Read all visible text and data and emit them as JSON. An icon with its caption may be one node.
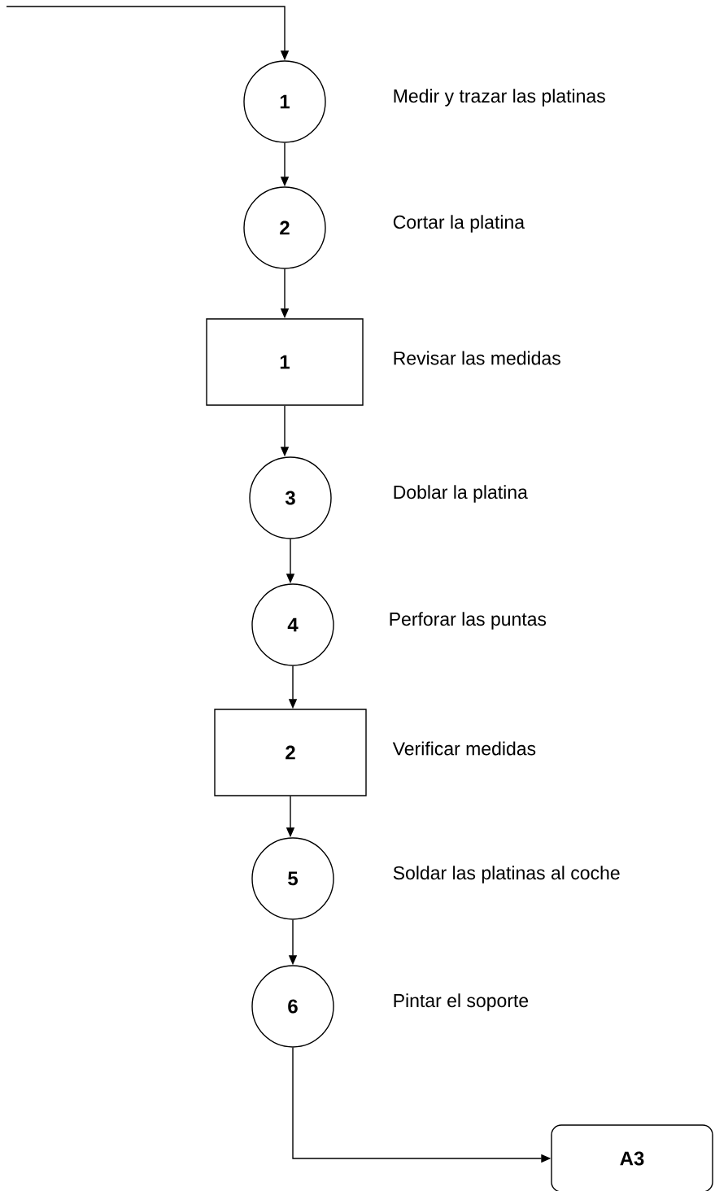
{
  "diagram": {
    "nodes": [
      {
        "text": [
          "1"
        ],
        "beside": [
          "Medir y trazar las platinas"
        ]
      },
      {
        "text": [
          "2"
        ],
        "beside": [
          "Cortar la platina"
        ]
      },
      {
        "text": [
          "1"
        ],
        "beside": [
          "Revisar las medidas"
        ]
      },
      {
        "text": [
          "3"
        ],
        "beside": [
          "Doblar la platina"
        ]
      },
      {
        "text": [
          "4"
        ],
        "beside": [
          "Perforar las puntas"
        ]
      },
      {
        "text": [
          "2"
        ],
        "beside": [
          "Verificar medidas"
        ]
      },
      {
        "text": [
          "5"
        ],
        "beside": [
          "Soldar las platinas al coche"
        ]
      },
      {
        "text": [
          "6"
        ],
        "beside": [
          "Pintar el soporte"
        ]
      },
      {
        "text": [
          "A3"
        ]
      }
    ],
    "edges": [
      {
        "from": null,
        "to": 0,
        "arrow": "to"
      },
      {
        "from": 0,
        "to": 1,
        "arrow": "to"
      },
      {
        "from": 1,
        "to": 2,
        "arrow": "to"
      },
      {
        "from": 2,
        "to": 3,
        "arrow": "to"
      },
      {
        "from": 3,
        "to": 4,
        "arrow": "to"
      },
      {
        "from": 4,
        "to": 5,
        "arrow": "to"
      },
      {
        "from": 5,
        "to": 6,
        "arrow": "to"
      },
      {
        "from": 6,
        "to": 7,
        "arrow": "to"
      },
      {
        "from": 7,
        "to": 8,
        "arrow": "to"
      }
    ]
  }
}
